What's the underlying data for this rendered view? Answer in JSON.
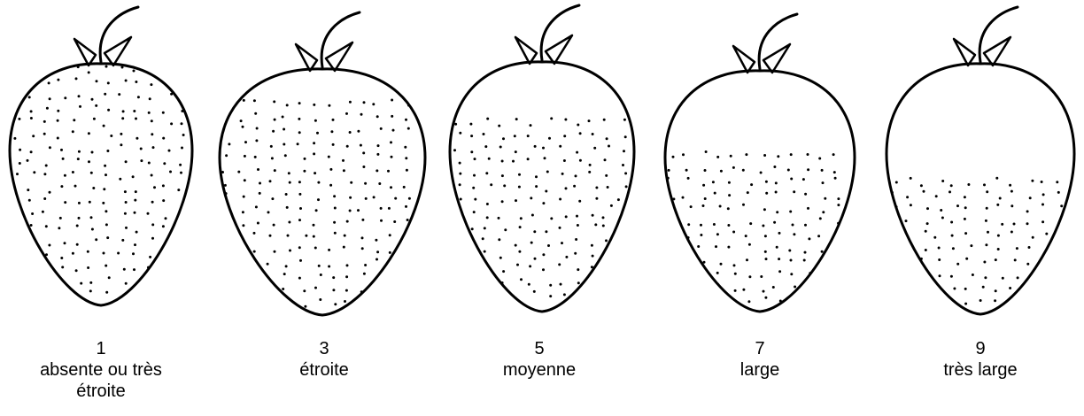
{
  "figure": {
    "items": [
      {
        "score": "1",
        "description": "absente ou très étroite",
        "dot_zone_fraction": 1.0
      },
      {
        "score": "3",
        "description": "étroite",
        "dot_zone_fraction": 0.88
      },
      {
        "score": "5",
        "description": "moyenne",
        "dot_zone_fraction": 0.78
      },
      {
        "score": "7",
        "description": "large",
        "dot_zone_fraction": 0.67
      },
      {
        "score": "9",
        "description": "très large",
        "dot_zone_fraction": 0.55
      }
    ],
    "colors": {
      "stroke": "#000000",
      "background": "#ffffff"
    }
  }
}
